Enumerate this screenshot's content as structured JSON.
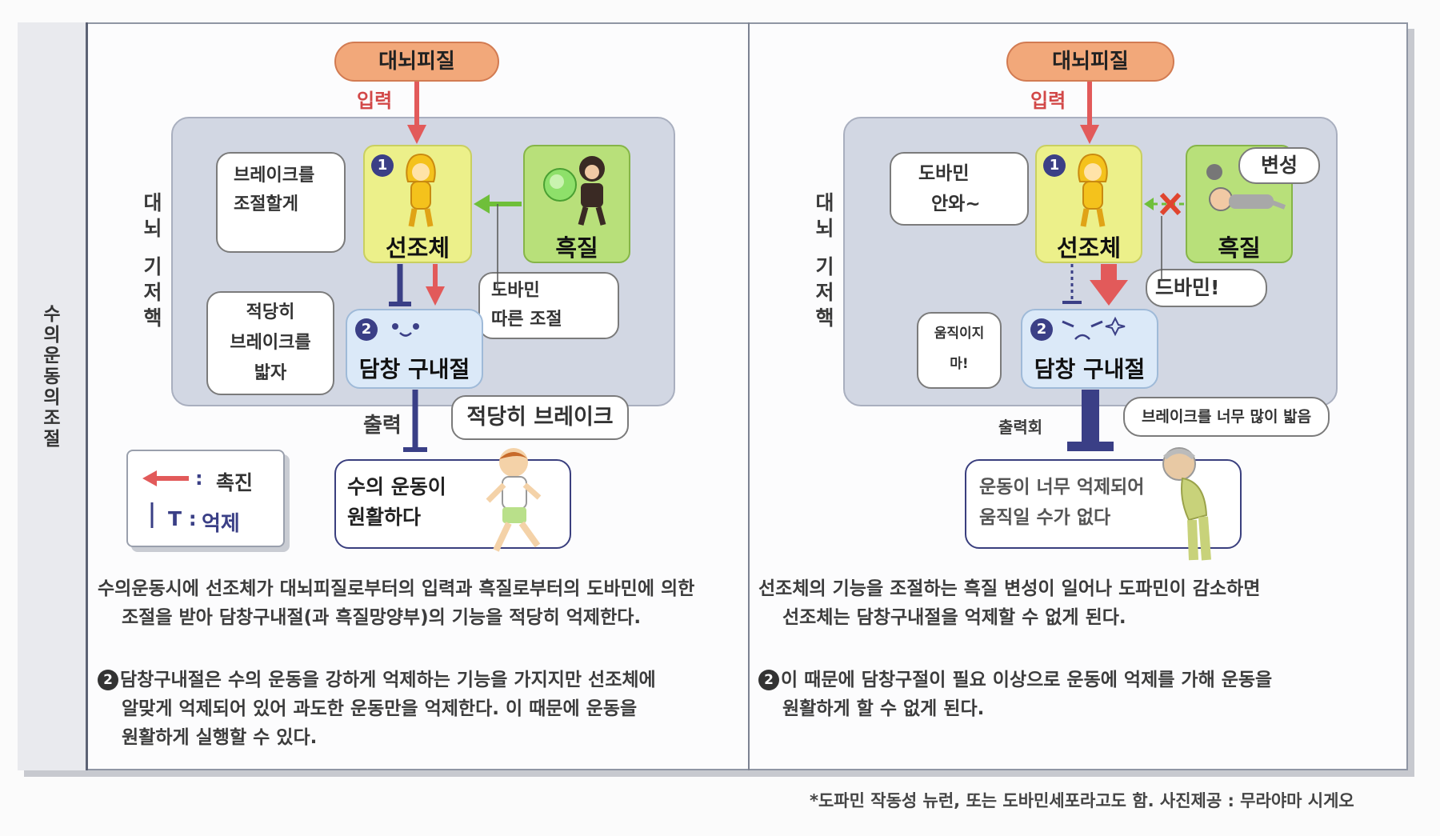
{
  "side_title": "수의 운동의 조절",
  "vertical_label_1": "대뇌",
  "vertical_label_2": "기저핵",
  "left": {
    "cortex": "대뇌피질",
    "input_label": "입력",
    "striatum": "선조체",
    "striatum_number": "1",
    "substantia": "흑질",
    "bubble_striatum": [
      "브레이크를",
      "조절할게"
    ],
    "bubble_dopamine": [
      "도바민",
      "따른 조절"
    ],
    "globus": "담창 구내절",
    "globus_number": "2",
    "bubble_globus": [
      "적당히",
      "브레이크를",
      "밟자"
    ],
    "output_label": "출력",
    "bubble_output": "적당히 브레이크",
    "result": [
      "수의 운동이",
      "원활하다"
    ],
    "legend": {
      "promote_symbol": ":",
      "promote": "촉진",
      "inhibit_symbol": "T :",
      "inhibit": "억제"
    },
    "paragraph1": [
      "수의운동시에 선조체가 대뇌피질로부터의 입력과 흑질로부터의 도바민에 의한",
      "조절을 받아 담창구내절(과 흑질망양부)의 기능을 적당히 억제한다."
    ],
    "paragraph2_mark": "2",
    "paragraph2": [
      "담창구내절은 수의 운동을 강하게 억제하는 기능을 가지지만 선조체에",
      "알맞게 억제되어 있어 과도한 운동만을 억제한다. 이 때문에 운동을",
      "원활하게 실행할 수 있다."
    ]
  },
  "right": {
    "cortex": "대뇌피질",
    "input_label": "입력",
    "striatum": "선조체",
    "striatum_number": "1",
    "substantia": "흑질",
    "bubble_degeneration": "변성",
    "bubble_striatum": [
      "도바민",
      "안와~"
    ],
    "bubble_dopamine": "드바민!",
    "globus": "담창 구내절",
    "globus_number": "2",
    "bubble_globus": [
      "움직이지",
      "마!"
    ],
    "output_label": "출력회",
    "bubble_output": "브레이크를 너무 많이 밟음",
    "result": [
      "운동이 너무 억제되어",
      "움직일 수가 없다"
    ],
    "paragraph1": [
      "선조체의 기능을 조절하는 흑질 변성이 일어나 도파민이 감소하면",
      "선조체는 담창구내절을 억제할 수 없게 된다."
    ],
    "paragraph2_mark": "2",
    "paragraph2": [
      "이 때문에 담창구절이 필요 이상으로 운동에 억제를 가해 운동을",
      "원활하게 할 수 없게 된다."
    ]
  },
  "footnote": "*도파민 작동성 뉴런, 또는 도바민세포라고도 함. 사진제공 : 무라야마 시게오",
  "colors": {
    "promote": "#e25a5a",
    "inhibit": "#3a3f86",
    "dopamine": "#6fbf3a",
    "blocked": "#e0452f",
    "cortex": "#f2a87a",
    "striatum": "#ecf08a",
    "substantia": "#b8e07a",
    "globus": "#dbe9f8",
    "basal_box": "#d2d7e3"
  }
}
